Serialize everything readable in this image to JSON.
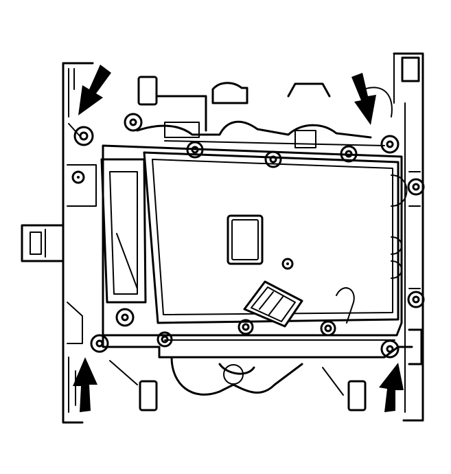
{
  "figure": {
    "subject": "oil-pan-bolt-locations",
    "background_color": "#ffffff",
    "line_color": "#000000",
    "arrow_color": "#000000",
    "arrows": [
      {
        "id": "top-left",
        "points_to": "upper-left-mounting-bolt"
      },
      {
        "id": "top-right",
        "points_to": "upper-right-mounting-bolt"
      },
      {
        "id": "bottom-left",
        "points_to": "lower-left-mounting-bolt"
      },
      {
        "id": "bottom-right",
        "points_to": "lower-right-mounting-bolt"
      }
    ]
  }
}
